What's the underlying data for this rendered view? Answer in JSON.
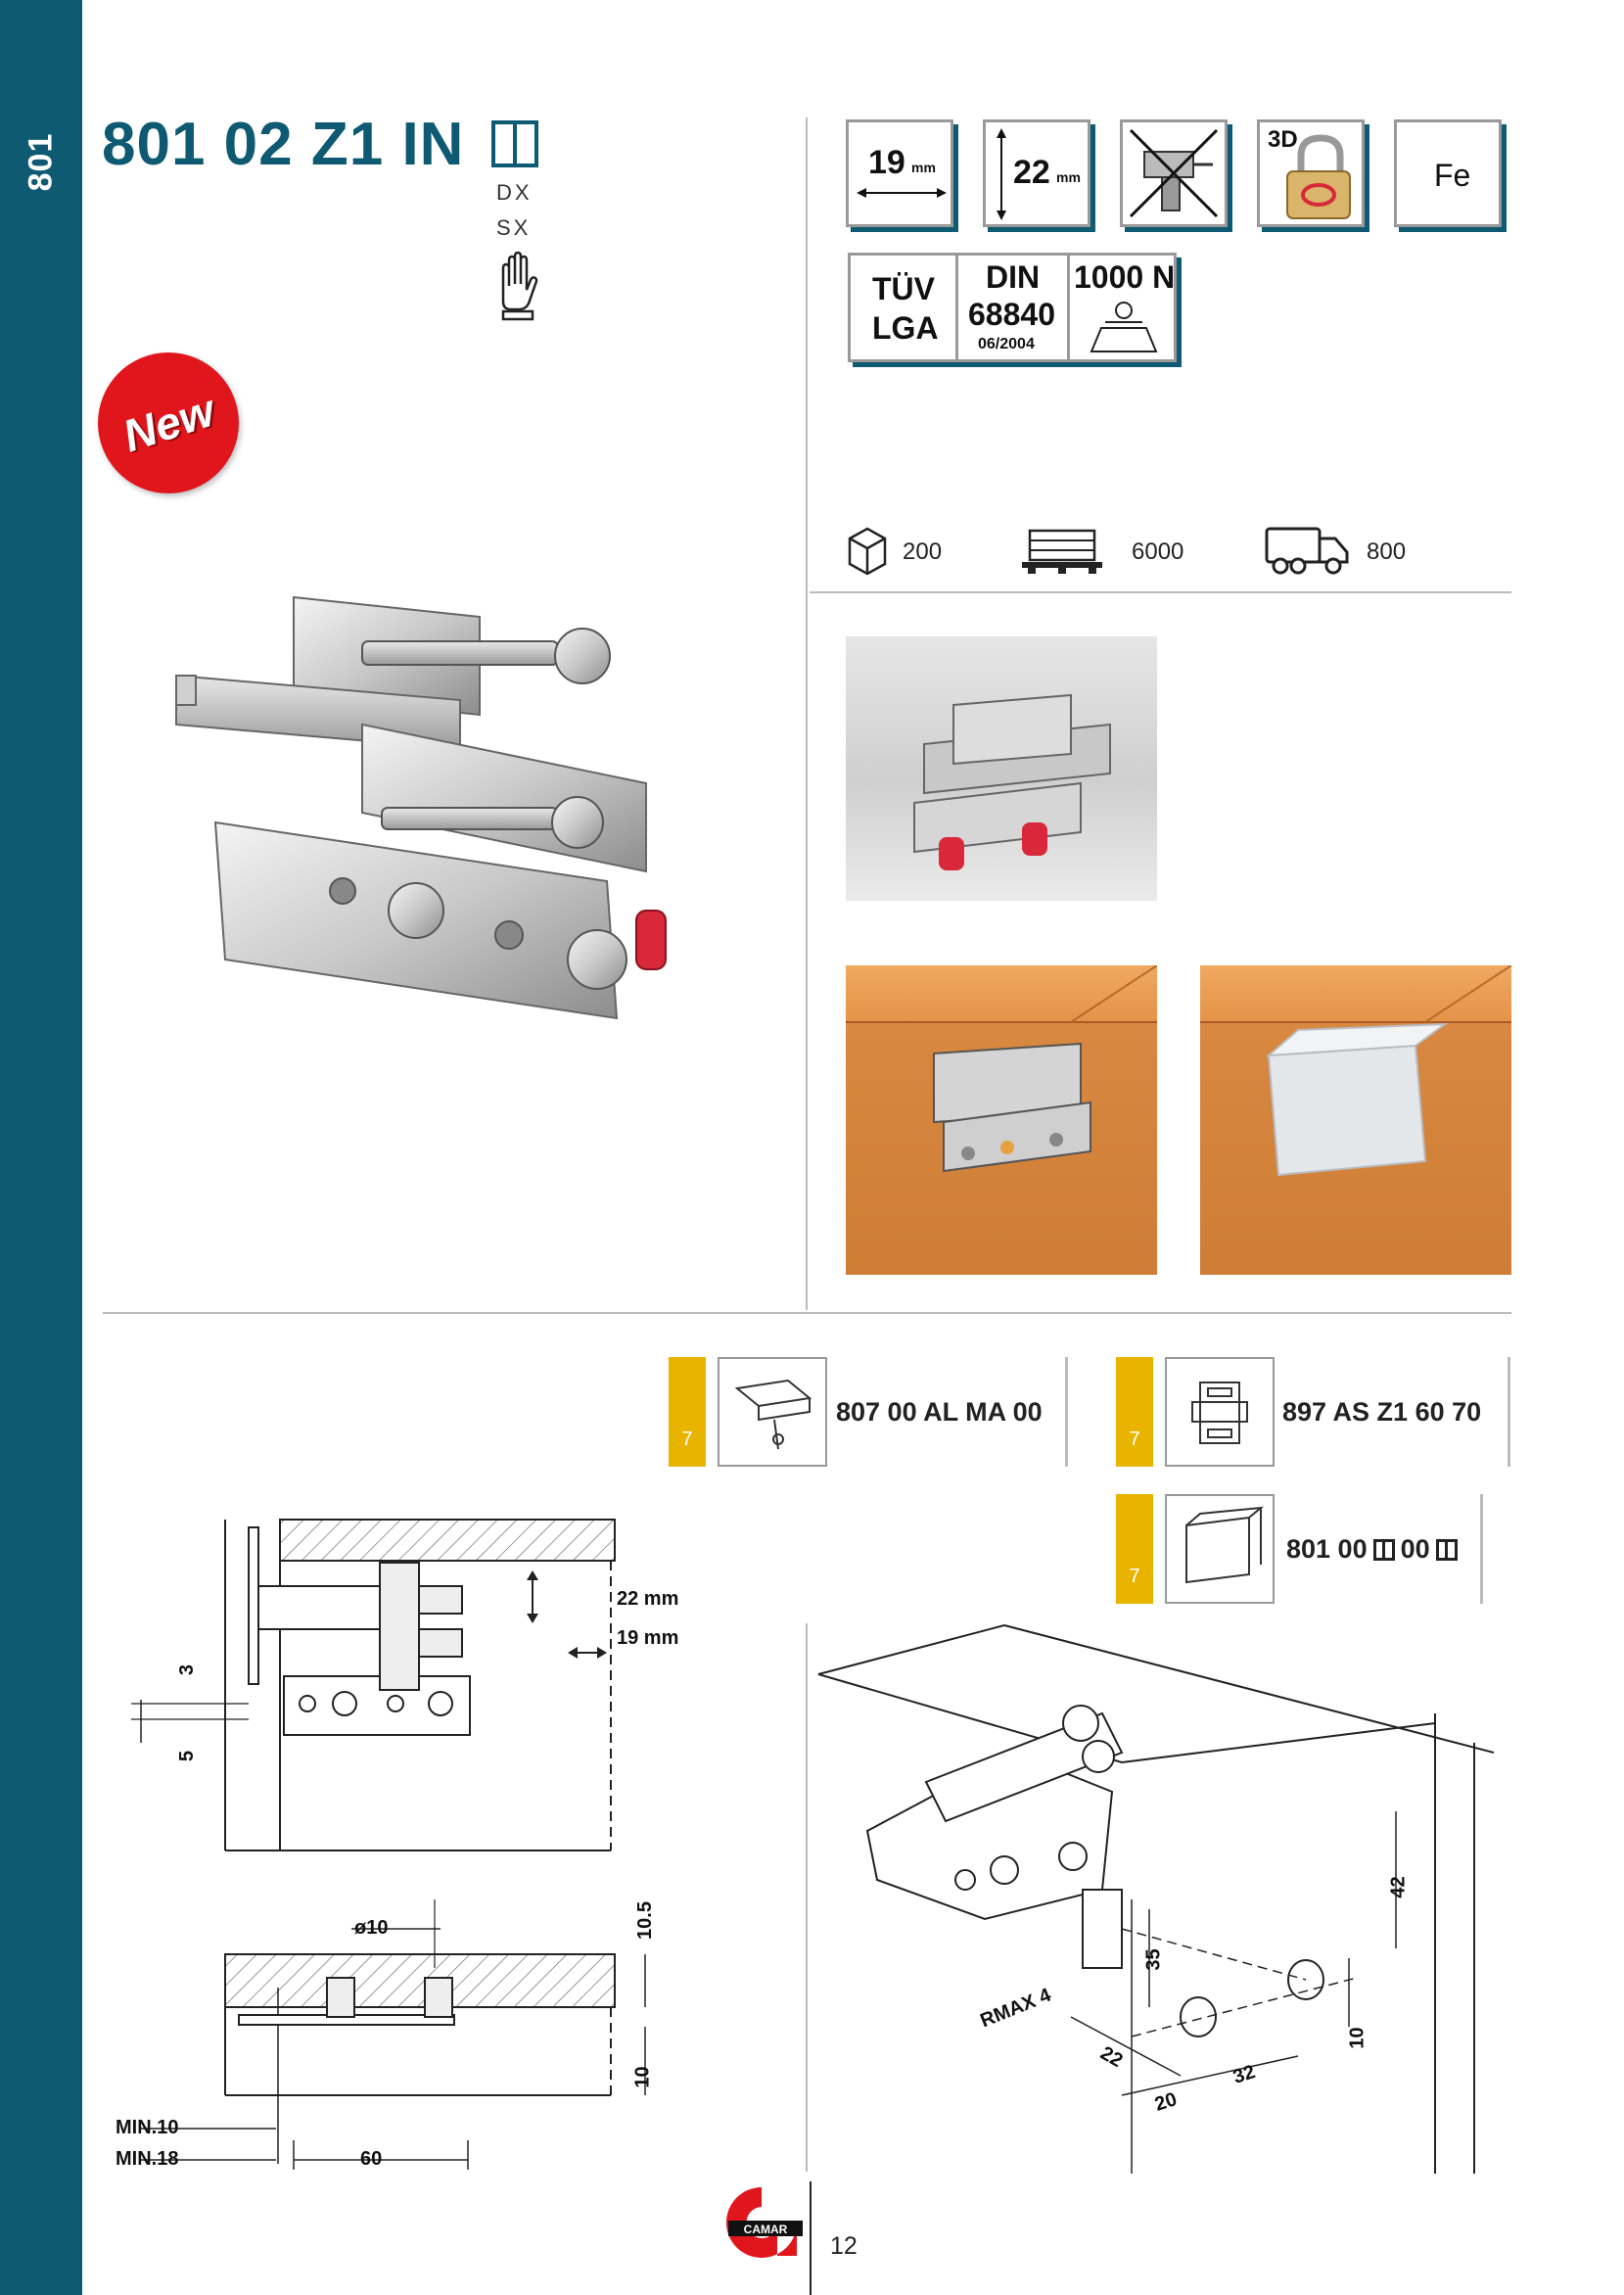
{
  "sidebar": {
    "code": "801"
  },
  "product": {
    "title": "801 02 Z1 IN",
    "side_right": "DX",
    "side_left": "SX",
    "badge": "New"
  },
  "specs": {
    "width_value": "19",
    "width_unit": "mm",
    "height_value": "22",
    "height_unit": "mm",
    "lock_label": "3D",
    "material": "Fe"
  },
  "certification": {
    "tuv_line1": "TÜV",
    "tuv_line2": "LGA",
    "din_line1": "DIN",
    "din_line2": "68840",
    "din_date": "06/2004",
    "load": "1000 N"
  },
  "packaging": {
    "box_qty": "200",
    "pallet_qty": "6000",
    "truck_qty": "800"
  },
  "references": [
    {
      "flag": "7",
      "code": "807 00 AL MA 00"
    },
    {
      "flag": "7",
      "code": "897 AS Z1 60 70"
    },
    {
      "flag": "7",
      "code": "801 00",
      "code_mid": "00"
    }
  ],
  "drawing_left": {
    "adjust_vertical": "22 mm",
    "adjust_horizontal": "19 mm",
    "dim_3": "3",
    "dim_5": "5",
    "dim_diameter": "ø10",
    "dim_10_5": "10.5",
    "dim_10": "10",
    "min_10": "MIN.10",
    "min_18": "MIN.18",
    "dim_60": "60"
  },
  "drawing_right": {
    "dim_42": "42",
    "dim_35": "35",
    "dim_rmax": "RMAX 4",
    "dim_22": "22",
    "dim_20": "20",
    "dim_32": "32",
    "dim_10": "10"
  },
  "footer": {
    "brand": "CAMAR",
    "page": "12"
  }
}
